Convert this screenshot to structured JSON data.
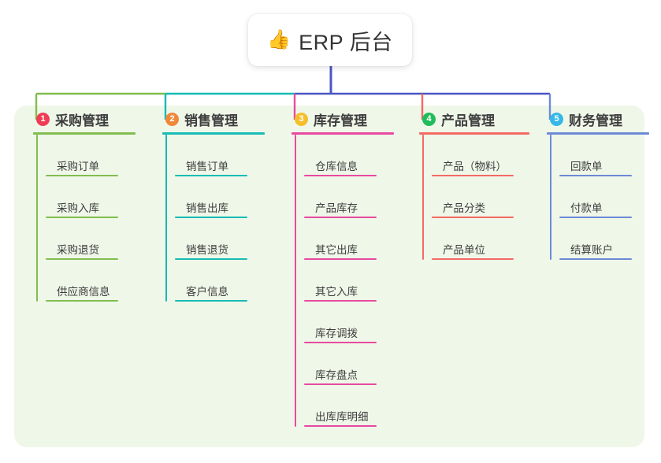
{
  "root": {
    "icon": "thumbs-up-icon",
    "icon_glyph": "👍",
    "title": "ERP 后台"
  },
  "panel": {
    "background": "#eff7e9"
  },
  "colors": {
    "root_connector": "#4a56c4",
    "purchase": "#82bd4f",
    "sales": "#17bcb4",
    "inventory": "#e84aa0",
    "product": "#f46a63",
    "finance": "#6c8ad6",
    "badge_1": "#ee3d55",
    "badge_2": "#f0883a",
    "badge_3": "#f5bf2b",
    "badge_4": "#22bb5b",
    "badge_5": "#35b8e8"
  },
  "columns": [
    {
      "number": "1",
      "title": "采购管理",
      "color": "#82bd4f",
      "badge_color": "#ee3d55",
      "items": [
        {
          "label": "采购订单"
        },
        {
          "label": "采购入库"
        },
        {
          "label": "采购退货"
        },
        {
          "label": "供应商信息"
        }
      ]
    },
    {
      "number": "2",
      "title": "销售管理",
      "color": "#17bcb4",
      "badge_color": "#f0883a",
      "items": [
        {
          "label": "销售订单"
        },
        {
          "label": "销售出库"
        },
        {
          "label": "销售退货"
        },
        {
          "label": "客户信息"
        }
      ]
    },
    {
      "number": "3",
      "title": "库存管理",
      "color": "#e84aa0",
      "badge_color": "#f5bf2b",
      "items": [
        {
          "label": "仓库信息"
        },
        {
          "label": "产品库存"
        },
        {
          "label": "其它出库"
        },
        {
          "label": "其它入库"
        },
        {
          "label": "库存调拨"
        },
        {
          "label": "库存盘点"
        },
        {
          "label": "出库库明细"
        }
      ]
    },
    {
      "number": "4",
      "title": "产品管理",
      "color": "#f46a63",
      "badge_color": "#22bb5b",
      "items": [
        {
          "label": "产品（物料）"
        },
        {
          "label": "产品分类"
        },
        {
          "label": "产品单位"
        }
      ]
    },
    {
      "number": "5",
      "title": "财务管理",
      "color": "#6c8ad6",
      "badge_color": "#35b8e8",
      "items": [
        {
          "label": "回款单"
        },
        {
          "label": "付款单"
        },
        {
          "label": "结算账户"
        }
      ]
    }
  ]
}
